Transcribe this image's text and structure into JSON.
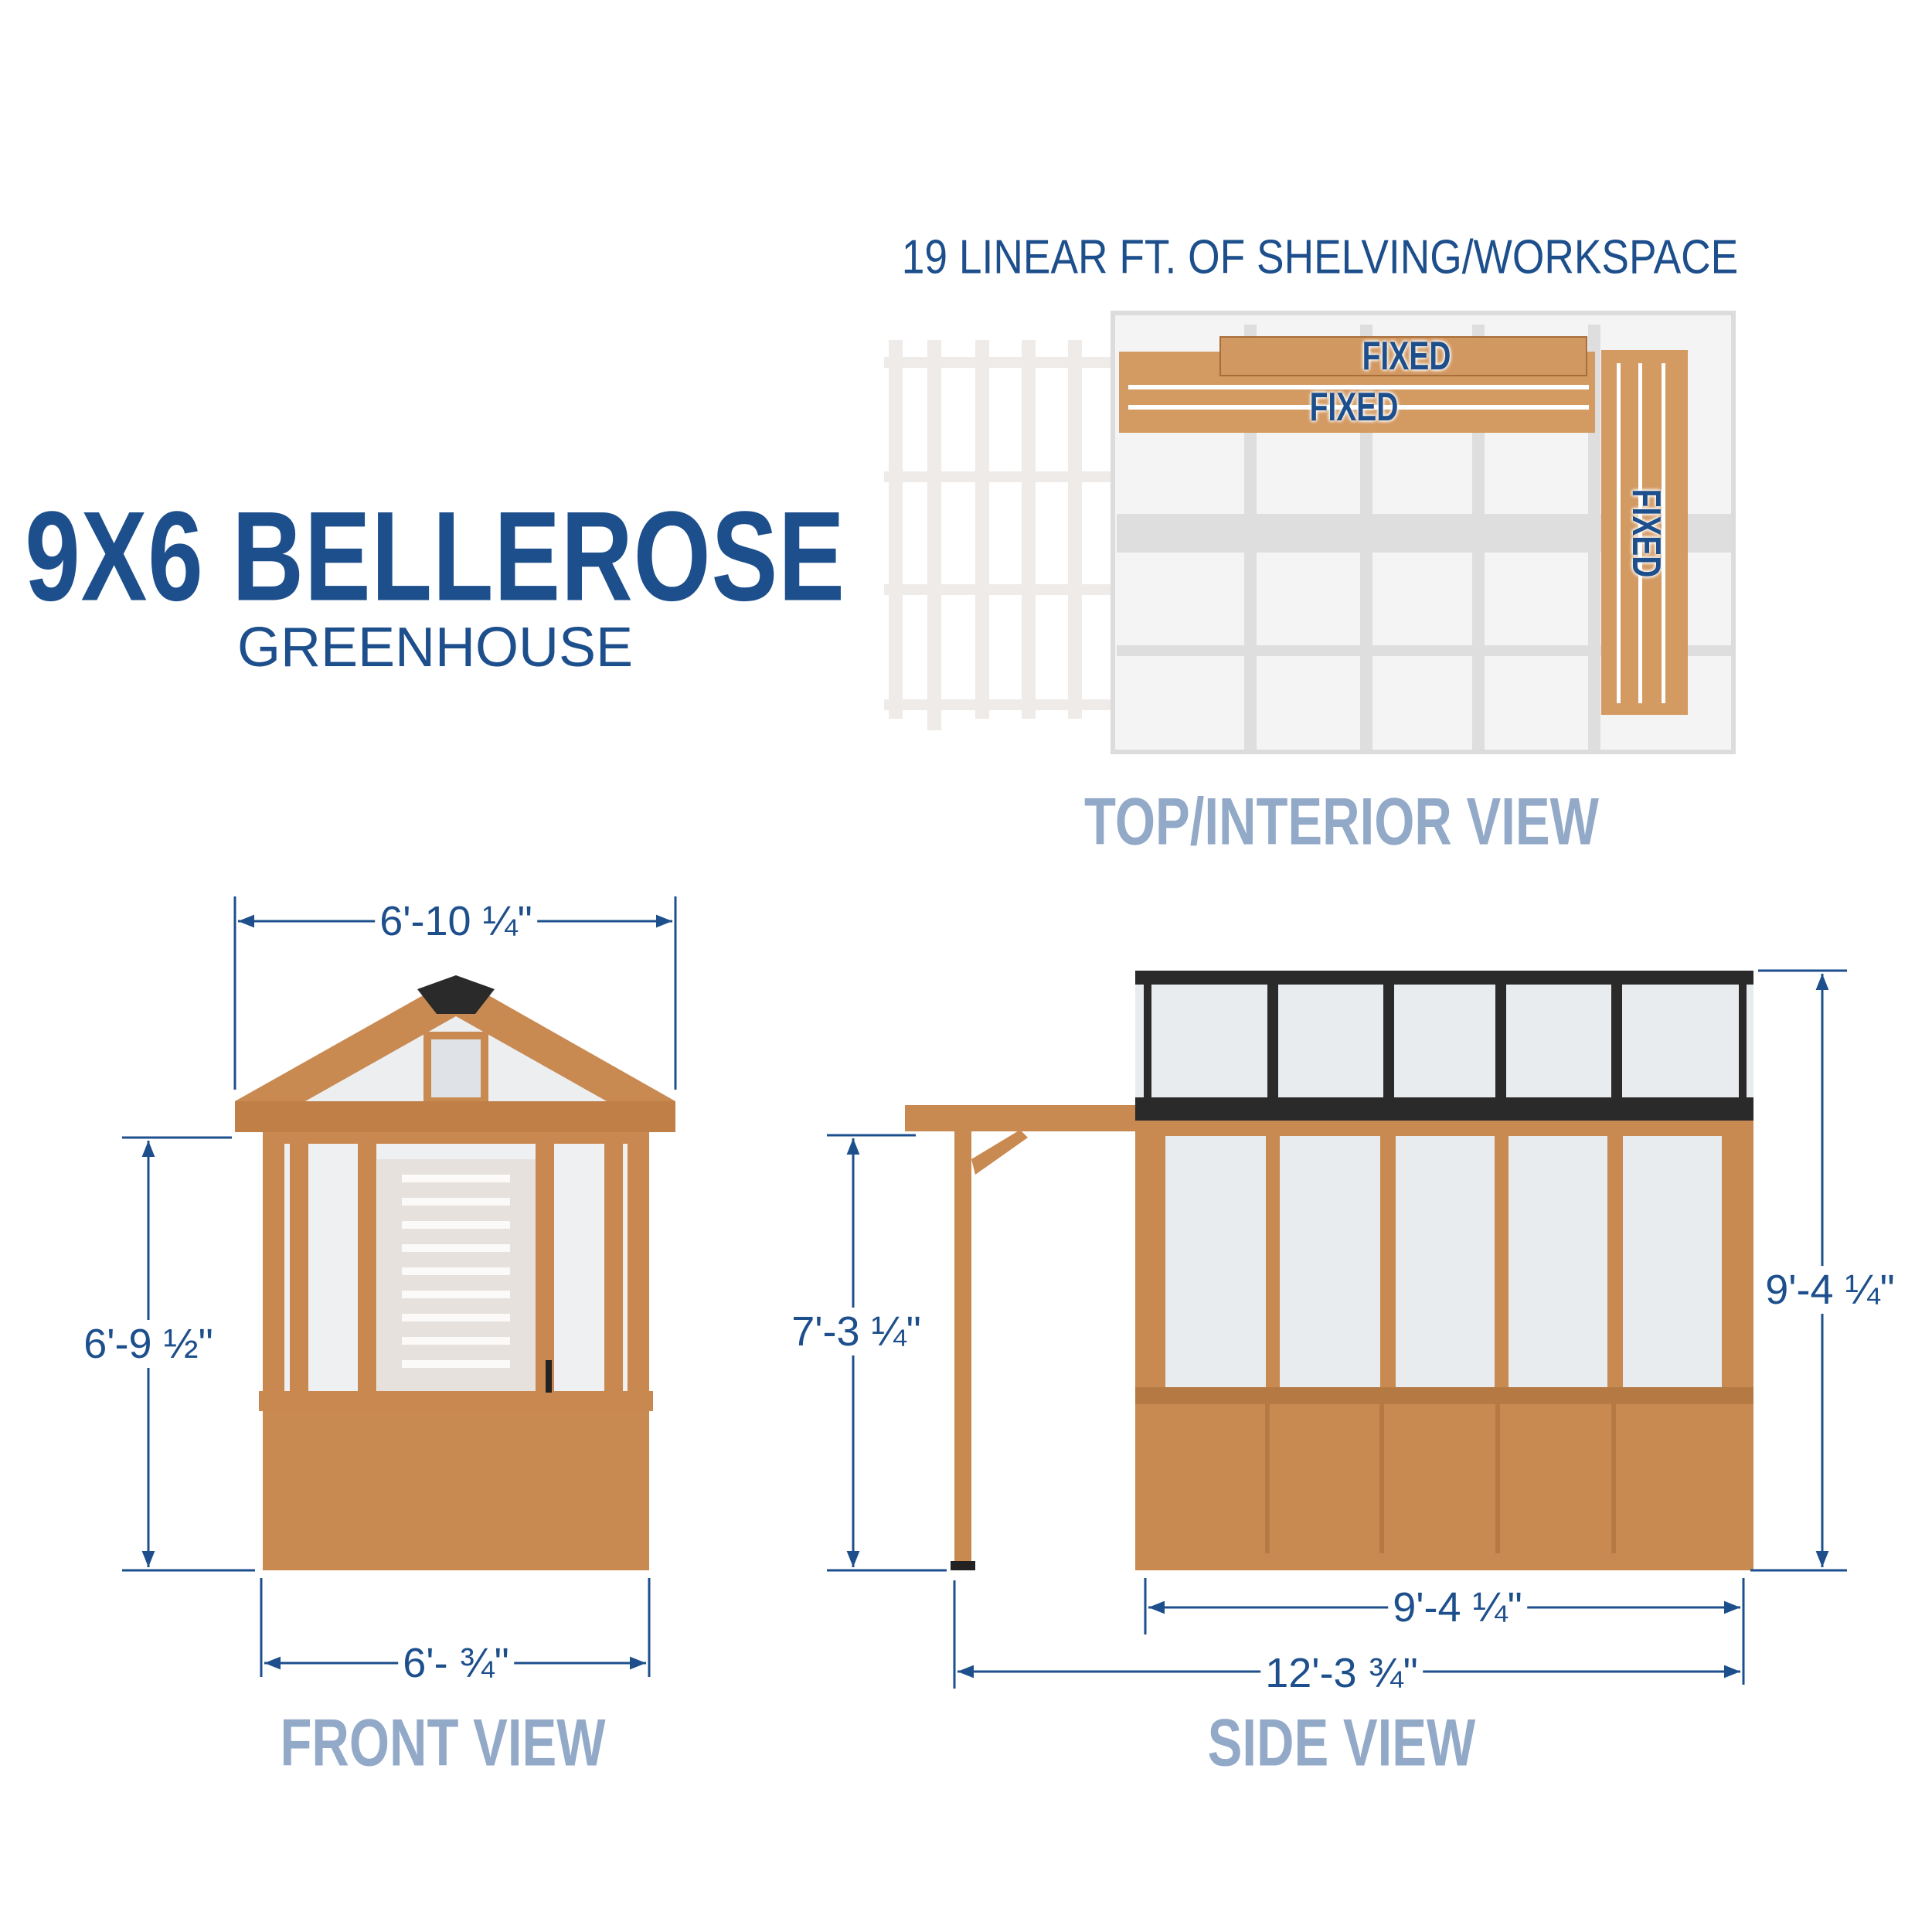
{
  "title": "9X6 BELLEROSE",
  "subtitle": "GREENHOUSE",
  "shelving_note": "19 LINEAR FT. OF SHELVING/WORKSPACE",
  "top_view": {
    "label": "TOP/INTERIOR VIEW",
    "shelf_labels": [
      "FIXED",
      "FIXED",
      "FIXED"
    ]
  },
  "front_view": {
    "label": "FRONT VIEW",
    "overall_width": "6'-10 ¼\"",
    "wall_height": "6'-9 ½\"",
    "base_width": "6'- ¾\""
  },
  "side_view": {
    "label": "SIDE VIEW",
    "pergola_height": "7'-3 ¼\"",
    "overall_height": "9'-4 ¼\"",
    "house_length": "9'-4 ¼\"",
    "overall_length": "12'-3 ¾\""
  },
  "colors": {
    "brand_blue": "#1d4f8c",
    "view_label": "#93a9c8",
    "wood": "#c98a52",
    "dimension_line": "#1d4f8c"
  }
}
